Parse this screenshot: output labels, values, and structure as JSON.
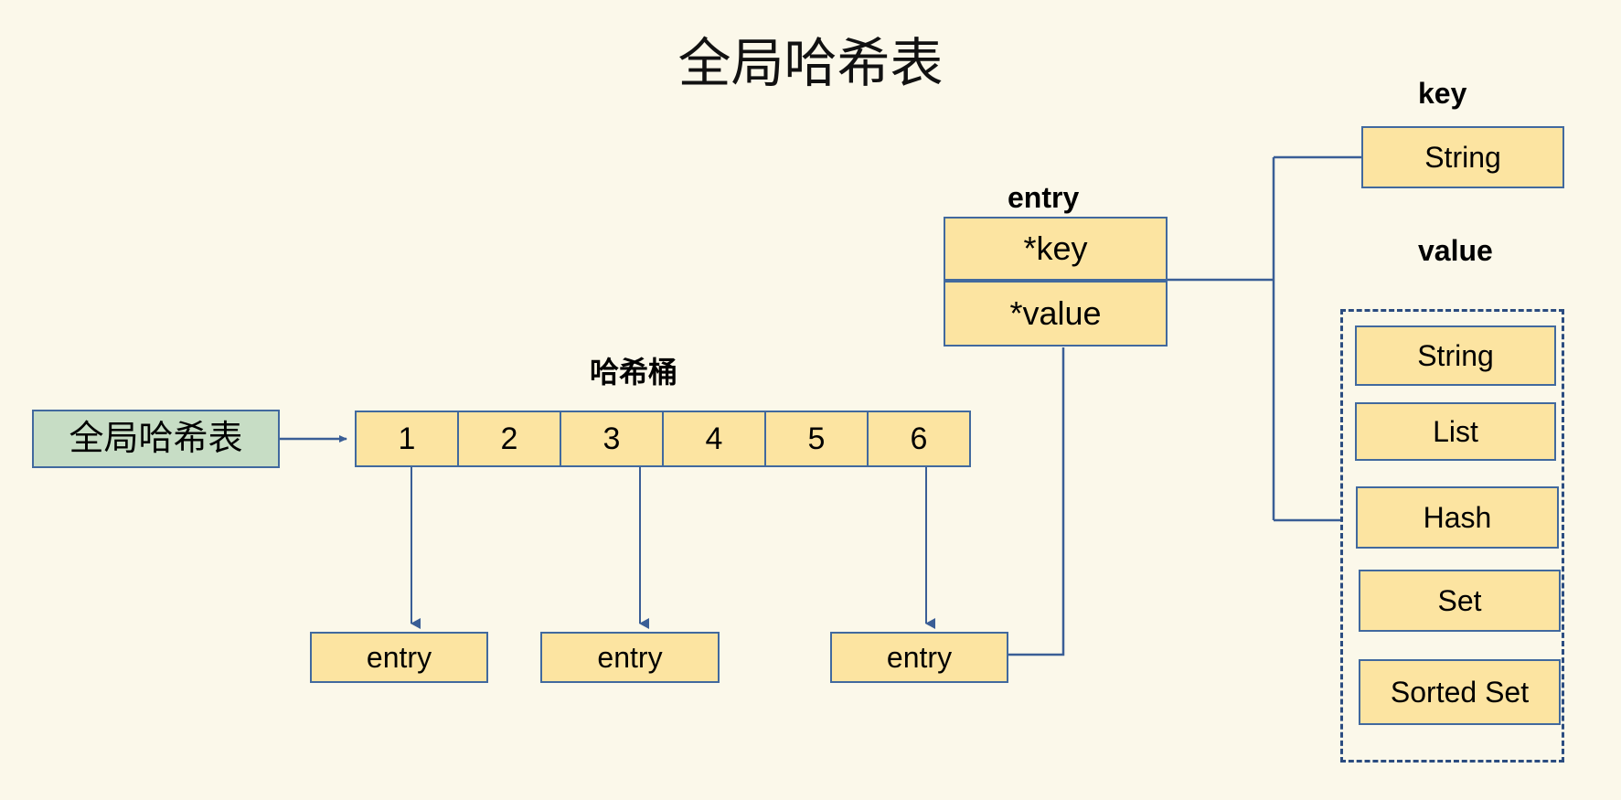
{
  "diagram": {
    "title": "全局哈希表",
    "background_color": "#FBF8EA",
    "box_fill": "#FCE4A1",
    "box_stroke": "#41699E",
    "green_fill": "#C7DDC5",
    "dashed_stroke": "#2B4C80"
  },
  "root": {
    "label": "全局哈希表"
  },
  "bucket": {
    "group_label": "哈希桶",
    "cells": [
      {
        "label": "1"
      },
      {
        "label": "2"
      },
      {
        "label": "3"
      },
      {
        "label": "4"
      },
      {
        "label": "5"
      },
      {
        "label": "6"
      }
    ]
  },
  "entries": [
    {
      "label": "entry"
    },
    {
      "label": "entry"
    },
    {
      "label": "entry"
    }
  ],
  "entry_struct": {
    "group_label": "entry",
    "fields": [
      {
        "label": "*key"
      },
      {
        "label": "*value"
      }
    ]
  },
  "key_group": {
    "group_label": "key",
    "types": [
      {
        "label": "String"
      }
    ]
  },
  "value_group": {
    "group_label": "value",
    "types": [
      {
        "label": "String"
      },
      {
        "label": "List"
      },
      {
        "label": "Hash"
      },
      {
        "label": "Set"
      },
      {
        "label": "Sorted Set"
      }
    ]
  }
}
